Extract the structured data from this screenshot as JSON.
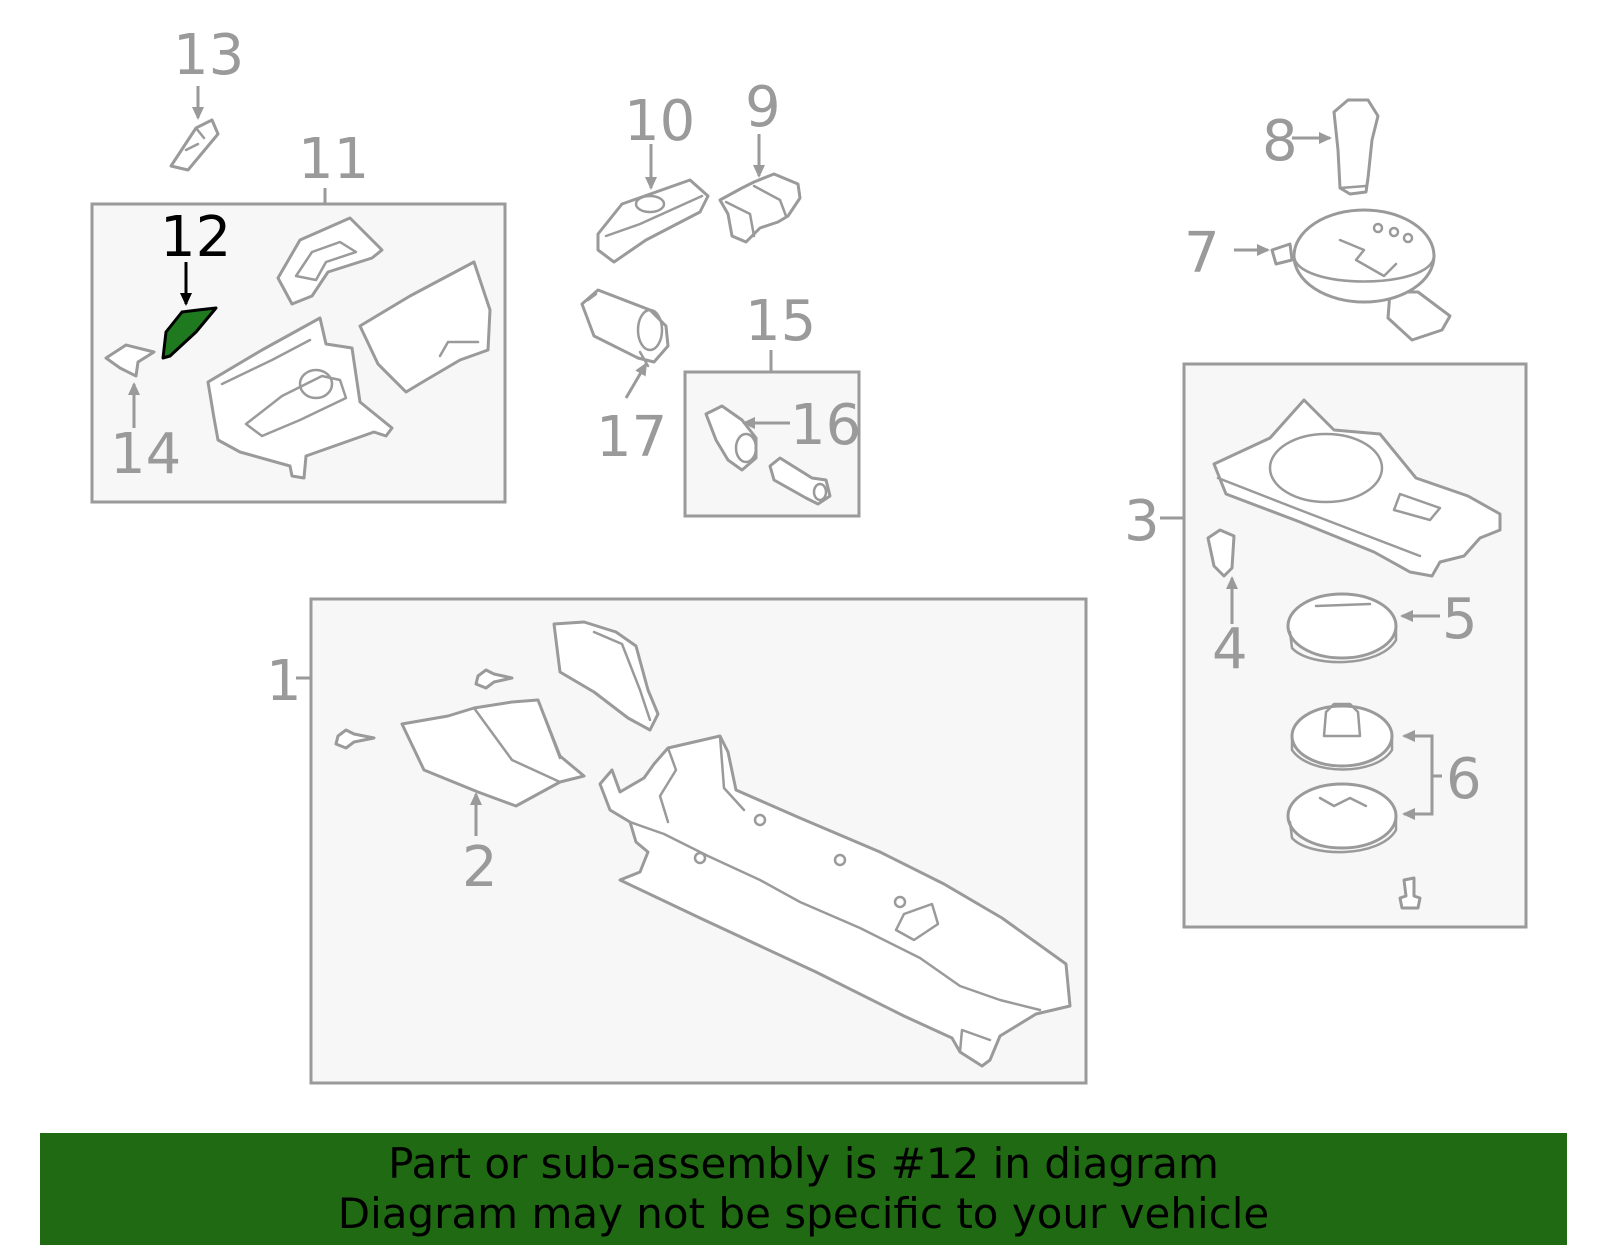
{
  "callouts": {
    "c1": "1",
    "c2": "2",
    "c3": "3",
    "c4": "4",
    "c5": "5",
    "c6": "6",
    "c7": "7",
    "c8": "8",
    "c9": "9",
    "c10": "10",
    "c11": "11",
    "c12": "12",
    "c13": "13",
    "c14": "14",
    "c15": "15",
    "c16": "16",
    "c17": "17"
  },
  "highlighted_part": "12",
  "colors": {
    "highlight_fill": "#1f7a1f",
    "banner_background": "#1f6a12",
    "line_gray": "#9a9a9a"
  },
  "banner": {
    "line1": "Part or sub-assembly is #12 in diagram",
    "line2": "Diagram may not be specific to your vehicle"
  }
}
